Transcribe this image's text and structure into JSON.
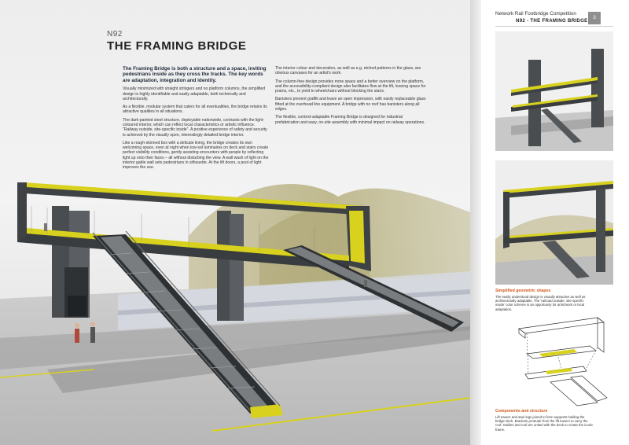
{
  "left": {
    "code": "N92",
    "title": "THE FRAMING BRIDGE",
    "lead": "The Framing Bridge is both a structure and a space, inviting pedestrians inside as they cross the tracks. The key words are adaptation, integration and identity.",
    "col1": [
      "Visually minimized with straight stringers and no platform columns, the simplified design is highly identifiable and easily adaptable, both technically and architecturally.",
      "As a flexible, modular system that caters for all eventualities, the bridge retains its attractive qualities in all situations.",
      "The dark-painted steel structure, deployable nationwide, contrasts with the light-coloured interior, which can reflect local characteristics or artistic influence. \"Railway outside, site-specific inside\". A positive experience of safety and security is achieved by the visually open, interestingly detailed bridge interior.",
      "Like a rough-skinned box with a delicate lining, the bridge creates its own welcoming space, even at night when low-set luminaires on deck and stairs create perfect visibility conditions, gently assisting encounters with people by reflecting light up onto their faces – all without disturbing the view. A wall wash of light on the interior gable wall sets pedestrians in silhouette. At the lift doors, a pool of light improves the use."
    ],
    "col2": [
      "The interior colour and decoration, as well as e.g. etched patterns in the glass, are obvious canvases for an artist's work.",
      "The column-free design provides more space and a better overview on the platform, and the accessibility-compliant design also facilitates flow at the lift, leaving space for prams, etc., to yield to wheelchairs without blocking the stairs.",
      "Banisters prevent graffiti and leave an open impression, with easily replaceable glass fitted at the overhead line equipment. A bridge with no roof has banisters along all edges.",
      "The flexible, context-adaptable Framing Bridge is designed for industrial prefabrication and easy, on-site assembly with minimal impact on railway operations."
    ]
  },
  "right": {
    "competition": "Network Rail Footbridge Competition",
    "subtitle": "N92 - THE FRAMING BRIDGE",
    "page": "3",
    "caption1_title": "Simplified geometric shapes",
    "caption1_body": "The easily understood design is visually attractive as well as architecturally adaptable. The 'railroad outside, site-specific inside' color scheme is an opportunity for artist'work or local adaptation.",
    "caption2_title": "Components and structure",
    "caption2_body": "Lift towers and stair legs joined to form supports holding the bridge deck. Brackets protrude from the lift towers to carry the roof. Gables and roof are united with the deck to create the iconic frame."
  },
  "colors": {
    "accent_yellow": "#d8d21e",
    "structure_dark": "#4a4d50",
    "caption_orange": "#d05a1a"
  }
}
